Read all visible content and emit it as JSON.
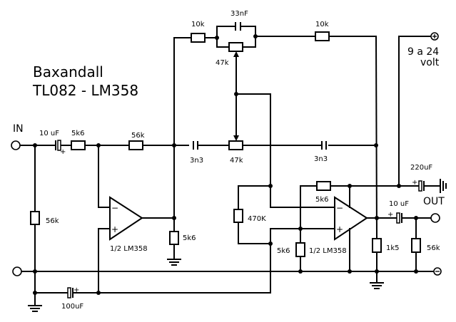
{
  "title": {
    "line1": "Baxandall",
    "line2": "TL082 - LM358"
  },
  "terminals": {
    "input": "IN",
    "output": "OUT",
    "supply_line1": "9 a 24",
    "supply_line2": "volt",
    "positive_symbol": "+",
    "negative_symbol": "−"
  },
  "components": {
    "c_in": "10 uF",
    "r_in_series": "5k6",
    "r_in_bias": "56k",
    "r_buffer_out": "56k",
    "r_buffer_load": "5k6",
    "opamp1": "1/2 LM358",
    "r_bass_left": "10k",
    "c_bass": "33nF",
    "pot_bass": "47k",
    "r_bass_right": "10k",
    "c_treble_left": "3n3",
    "pot_treble": "47k",
    "c_treble_right": "3n3",
    "r_bias_470k": "470K",
    "r_feedback": "5k6",
    "r_plus_bias": "5k6",
    "opamp2": "1/2 LM358",
    "r_out_load": "1k5",
    "c_out": "10 uF",
    "r_out_bleed": "56k",
    "c_supply": "220uF",
    "c_bias": "100uF"
  },
  "polarity_mark": "+",
  "opamp_inputs": {
    "inverting": "−",
    "non_inverting": "+"
  }
}
